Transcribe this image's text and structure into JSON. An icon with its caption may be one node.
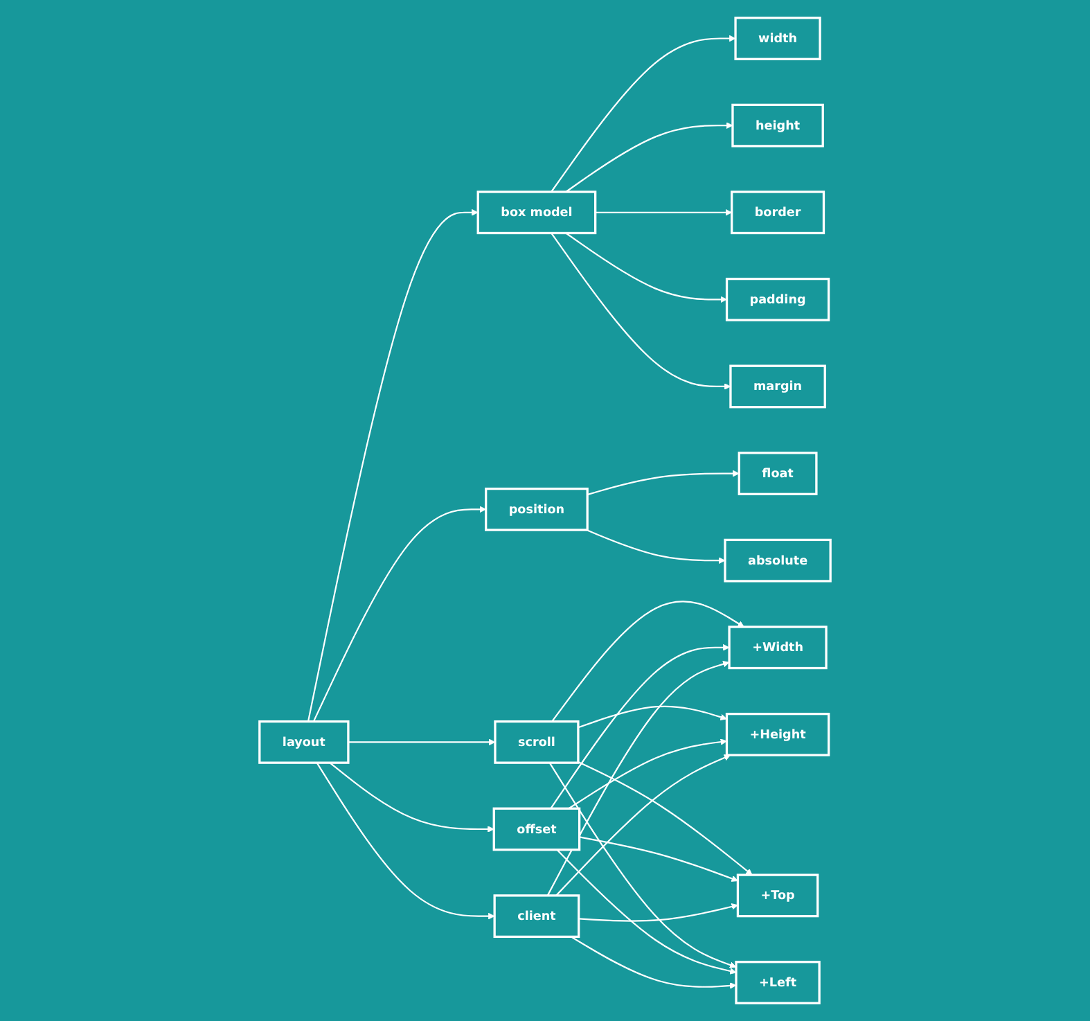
{
  "diagram": {
    "nodes": [
      {
        "text": [
          "layout"
        ]
      },
      {
        "text": [
          "box model"
        ]
      },
      {
        "text": [
          "width"
        ]
      },
      {
        "text": [
          "height"
        ]
      },
      {
        "text": [
          "border"
        ]
      },
      {
        "text": [
          "padding"
        ]
      },
      {
        "text": [
          "margin"
        ]
      },
      {
        "text": [
          "position"
        ]
      },
      {
        "text": [
          "float"
        ]
      },
      {
        "text": [
          "absolute"
        ]
      },
      {
        "text": [
          "scroll"
        ]
      },
      {
        "text": [
          "offset"
        ]
      },
      {
        "text": [
          "client"
        ]
      },
      {
        "text": [
          "+Width"
        ]
      },
      {
        "text": [
          "+Height"
        ]
      },
      {
        "text": [
          "+Top"
        ]
      },
      {
        "text": [
          "+Left"
        ]
      }
    ],
    "edges": [
      {
        "from": 0,
        "to": 1,
        "arrow": "to"
      },
      {
        "from": 0,
        "to": 7,
        "arrow": "to"
      },
      {
        "from": 0,
        "to": 10,
        "arrow": "to"
      },
      {
        "from": 0,
        "to": 11,
        "arrow": "to"
      },
      {
        "from": 0,
        "to": 12,
        "arrow": "to"
      },
      {
        "from": 1,
        "to": 2,
        "arrow": "to"
      },
      {
        "from": 1,
        "to": 3,
        "arrow": "to"
      },
      {
        "from": 1,
        "to": 4,
        "arrow": "to"
      },
      {
        "from": 1,
        "to": 5,
        "arrow": "to"
      },
      {
        "from": 1,
        "to": 6,
        "arrow": "to"
      },
      {
        "from": 7,
        "to": 8,
        "arrow": "to"
      },
      {
        "from": 7,
        "to": 9,
        "arrow": "to"
      },
      {
        "from": 10,
        "to": 13,
        "arrow": "to"
      },
      {
        "from": 10,
        "to": 14,
        "arrow": "to"
      },
      {
        "from": 10,
        "to": 15,
        "arrow": "to"
      },
      {
        "from": 10,
        "to": 16,
        "arrow": "to"
      },
      {
        "from": 11,
        "to": 13,
        "arrow": "to"
      },
      {
        "from": 11,
        "to": 14,
        "arrow": "to"
      },
      {
        "from": 11,
        "to": 15,
        "arrow": "to"
      },
      {
        "from": 11,
        "to": 16,
        "arrow": "to"
      },
      {
        "from": 12,
        "to": 13,
        "arrow": "to"
      },
      {
        "from": 12,
        "to": 14,
        "arrow": "to"
      },
      {
        "from": 12,
        "to": 15,
        "arrow": "to"
      },
      {
        "from": 12,
        "to": 16,
        "arrow": "to"
      }
    ]
  }
}
